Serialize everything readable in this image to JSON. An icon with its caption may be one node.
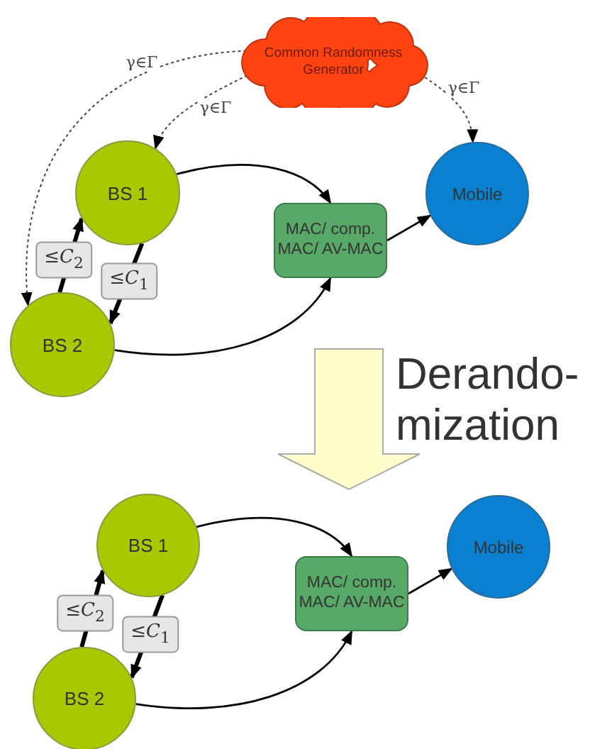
{
  "diagram": {
    "nodes": [
      {
        "text": [
          "Common Randomness Generator"
        ]
      },
      {
        "text": [
          "BS 1"
        ]
      },
      {
        "text": [
          "BS 2"
        ]
      },
      {
        "text": [
          "MAC/ comp. MAC/ AV-MAC"
        ]
      },
      {
        "text": [
          "Mobile"
        ]
      },
      {
        "text": [
          "BS 1"
        ]
      },
      {
        "text": [
          "BS 2"
        ]
      },
      {
        "text": [
          "MAC/ comp. MAC/ AV-MAC"
        ]
      },
      {
        "text": [
          "Mobile"
        ]
      }
    ],
    "edges": [
      {
        "from": 2,
        "to": 1,
        "arrow": "to",
        "style": "thick",
        "label": "≤*C*$_{2}$"
      },
      {
        "from": 1,
        "to": 2,
        "arrow": "to",
        "style": "thick",
        "label": "≤*C*$_{1}$"
      },
      {
        "from": 1,
        "to": 3,
        "arrow": "to"
      },
      {
        "from": 2,
        "to": 3,
        "arrow": "to"
      },
      {
        "from": 3,
        "to": 4,
        "arrow": "to"
      },
      {
        "from": 0,
        "to": 1,
        "arrow": "to",
        "style": "dashed",
        "label": "γ∈Γ"
      },
      {
        "from": 0,
        "to": 2,
        "arrow": "to",
        "style": "dashed",
        "label": "γ∈Γ"
      },
      {
        "from": 0,
        "to": 4,
        "arrow": "to",
        "style": "dashed",
        "label": "γ∈Γ"
      },
      {
        "from": 6,
        "to": 5,
        "arrow": "to",
        "style": "thick",
        "label": "≤*C*$_{2}$"
      },
      {
        "from": 5,
        "to": 6,
        "arrow": "to",
        "style": "thick",
        "label": "≤*C*$_{1}$"
      },
      {
        "from": 5,
        "to": 7,
        "arrow": "to"
      },
      {
        "from": 6,
        "to": 7,
        "arrow": "to"
      },
      {
        "from": 7,
        "to": 8,
        "arrow": "to"
      }
    ],
    "labels": [
      "Derando- mization"
    ]
  }
}
